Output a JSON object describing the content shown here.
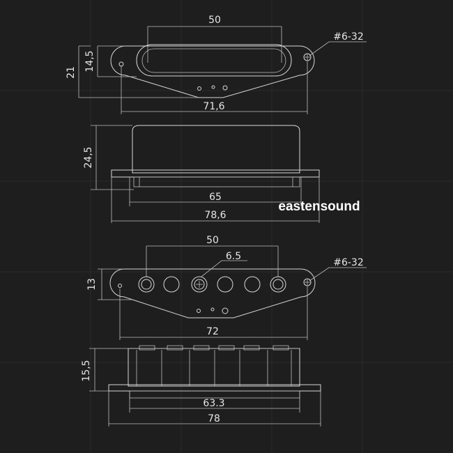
{
  "brand": "eastensound",
  "neck": {
    "top": {
      "pole_spacing": "50",
      "height": "14,5",
      "overall_height": "21",
      "length": "71,6",
      "screw": "#6-32"
    },
    "side": {
      "height": "24,5",
      "base_inner": "65",
      "base_outer": "78,6"
    }
  },
  "bridge": {
    "top": {
      "pole_spacing": "50",
      "pole_diameter": "6.5",
      "height": "13",
      "length": "72",
      "screw": "#6-32"
    },
    "side": {
      "height": "15,5",
      "base_inner": "63.3",
      "base_outer": "78"
    }
  }
}
